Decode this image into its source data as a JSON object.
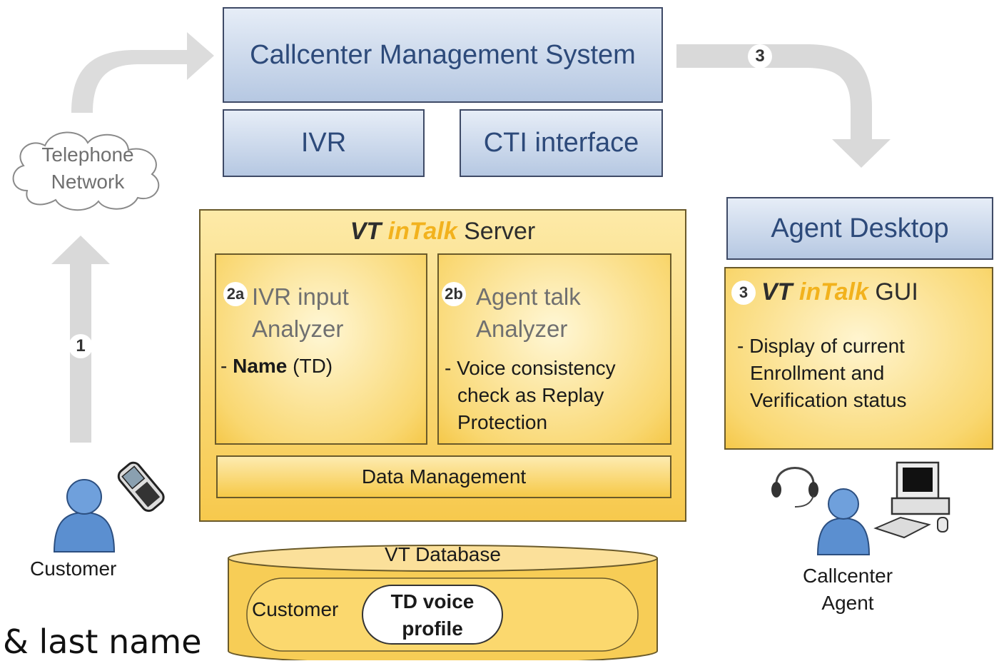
{
  "cms": "Callcenter Management System",
  "ivr": "IVR",
  "cti": "CTI interface",
  "telephone_network": [
    "Telephone",
    "Network"
  ],
  "server": {
    "vt": "VT",
    "intalk": "inTalk",
    "suffix": "Server"
  },
  "ivr_analyzer": {
    "badge": "2a",
    "title": [
      "IVR input",
      "Analyzer"
    ],
    "bullet_prefix": "- ",
    "bullet_bold": "Name",
    "bullet_rest": " (TD)"
  },
  "agent_analyzer": {
    "badge": "2b",
    "title": [
      "Agent talk",
      "Analyzer"
    ],
    "bullet": [
      "- Voice consistency",
      "check as Replay",
      "Protection"
    ]
  },
  "data_management": "Data Management",
  "database": {
    "title": "VT Database",
    "customer": "Customer",
    "profile": [
      "TD voice",
      "profile"
    ]
  },
  "agent_desktop": "Agent Desktop",
  "gui": {
    "badge": "3",
    "vt": "VT",
    "intalk": "inTalk",
    "suffix": "GUI",
    "bullet": [
      "- Display of current",
      "Enrollment and",
      "Verification status"
    ]
  },
  "step1": "1",
  "step3": "3",
  "customer_label": "Customer",
  "agent_label": [
    "Callcenter",
    "Agent"
  ],
  "footer": "& last name",
  "colors": {
    "blue_fill": "#b6c8e2",
    "yellow_fill": "#f7c94d",
    "intalk_orange": "#f2b21d",
    "arrow_grey": "#d8d8d8"
  }
}
